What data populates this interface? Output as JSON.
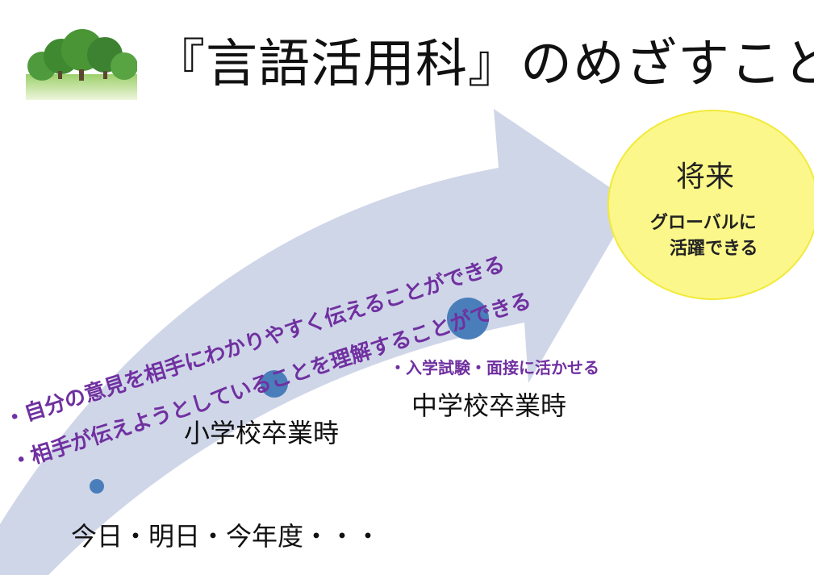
{
  "title": "『言語活用科』のめざすこと",
  "future": {
    "title": "将来",
    "desc_line1": "グローバルに",
    "desc_line2": "活躍できる"
  },
  "stages": {
    "today": "今日・明日・今年度・・・",
    "elementary": "小学校卒業時",
    "junior": "中学校卒業時",
    "junior_note": "・入学試験・面接に活かせる"
  },
  "goals": [
    "・自分の意見を相手にわかりやすく伝えることができる",
    "・相手が伝えようとしていることを理解することができる"
  ],
  "colors": {
    "arrow": "#cfd6e8",
    "milestone": "#4a7ebb",
    "future_fill": "#fbf78a",
    "goal_text": "#7030a0"
  },
  "image": {
    "icon": "tree-park-icon"
  }
}
